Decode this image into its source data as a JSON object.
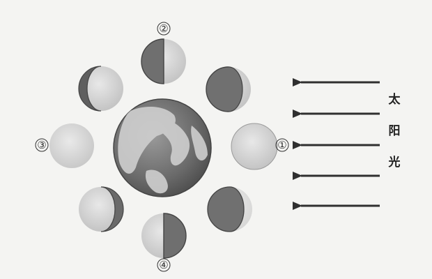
{
  "colors": {
    "background": "#f4f4f2",
    "moon_lit": "#d9d9d9",
    "moon_dark": "#707070",
    "earth_ocean": "#6f6f6f",
    "earth_land": "#c9c9c9",
    "arrow": "#2f2f2f"
  },
  "labels": {
    "pos1": "①",
    "pos2": "②",
    "pos3": "③",
    "pos4": "④"
  },
  "sunlight": {
    "chars": [
      "太",
      "阳",
      "光"
    ]
  },
  "icons": {
    "earth": "earth-globe-icon",
    "moon": "moon-phase-icon",
    "arrow": "sunlight-arrow-icon"
  }
}
